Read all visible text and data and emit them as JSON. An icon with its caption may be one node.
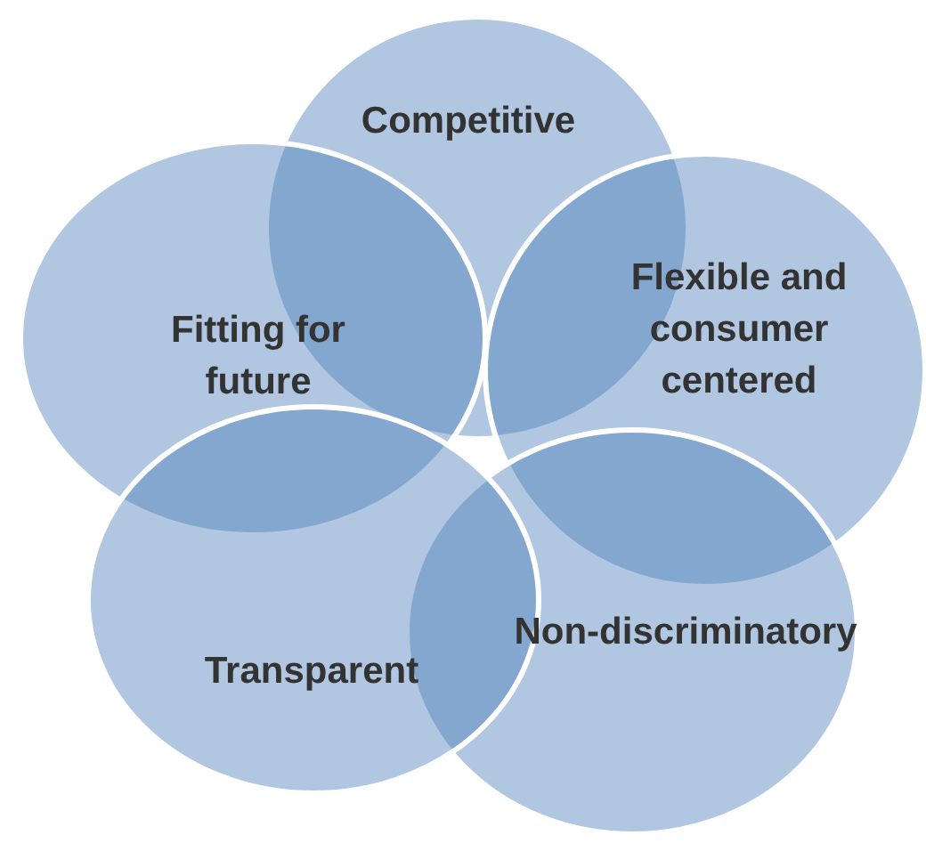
{
  "diagram": {
    "nodes": [
      {
        "text": [
          "Competitive"
        ]
      },
      {
        "text": [
          "Fitting for future"
        ]
      },
      {
        "text": [
          "Flexible and consumer centered"
        ]
      },
      {
        "text": [
          "Non-discriminatory"
        ]
      },
      {
        "text": [
          "Transparent"
        ]
      }
    ],
    "edges": []
  }
}
